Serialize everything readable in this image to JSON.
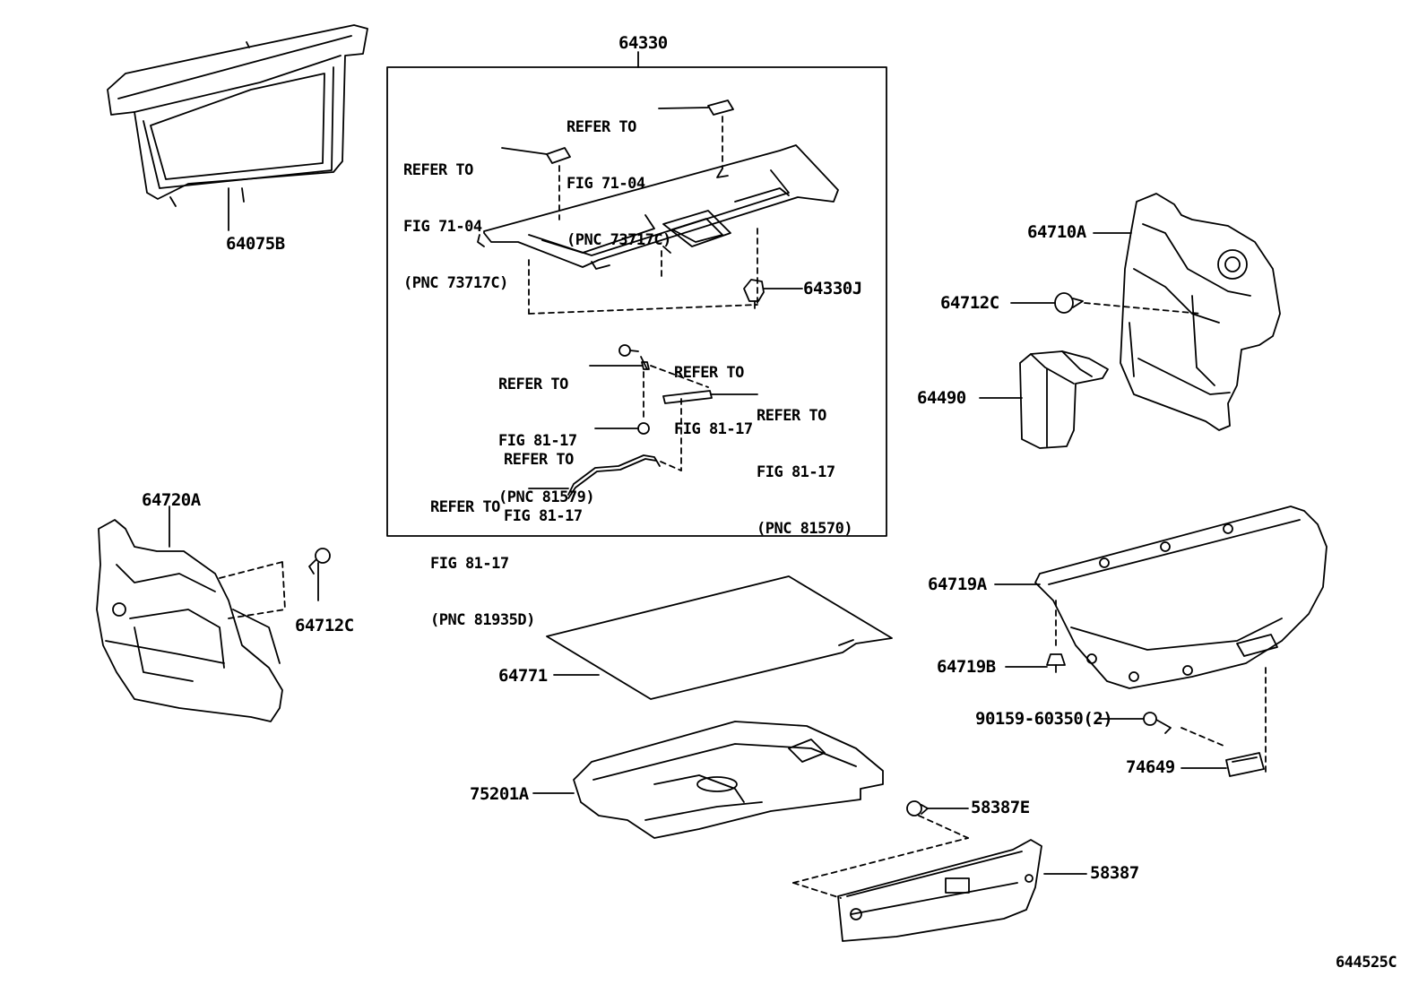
{
  "group_label": "64330",
  "parts": {
    "p64075B": "64075B",
    "p64330J": "64330J",
    "p64710A": "64710A",
    "p64712C_right": "64712C",
    "p64490": "64490",
    "p64720A": "64720A",
    "p64712C_left": "64712C",
    "p64719A": "64719A",
    "p64719B": "64719B",
    "p64771": "64771",
    "p90159": "90159-60350(2)",
    "p74649": "74649",
    "p75201A": "75201A",
    "p58387E": "58387E",
    "p58387": "58387"
  },
  "refs": {
    "r1": {
      "l1": "REFER TO",
      "l2": "FIG 71-04",
      "l3": "(PNC 73717C)"
    },
    "r2": {
      "l1": "REFER TO",
      "l2": "FIG 71-04",
      "l3": "(PNC 73717C)"
    },
    "r3": {
      "l1": "REFER TO",
      "l2": "FIG 81-17"
    },
    "r4": {
      "l1": "REFER TO",
      "l2": "FIG 81-17",
      "l3": "(PNC 81579)"
    },
    "r5": {
      "l1": "REFER TO",
      "l2": "FIG 81-17",
      "l3": "(PNC 81570)"
    },
    "r6": {
      "l1": "REFER TO",
      "l2": "FIG 81-17"
    },
    "r7": {
      "l1": "REFER TO",
      "l2": "FIG 81-17",
      "l3": "(PNC 81935D)"
    }
  },
  "figure_code": "644525C"
}
